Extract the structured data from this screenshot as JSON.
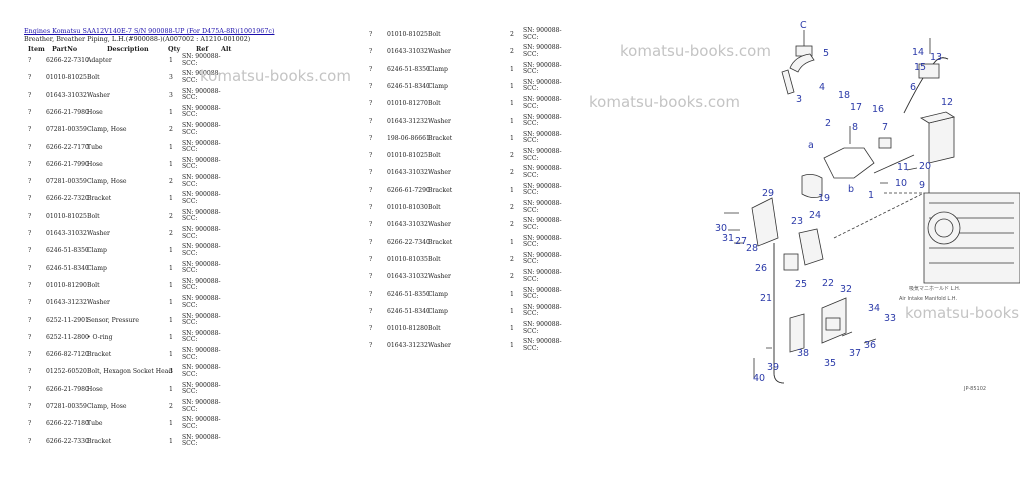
{
  "header": {
    "link": "Engines Komatsu SAA12V140E-7 S/N 900088-UP (For D475A-8R)(1001967c)",
    "subtitle": "Breather, Breather Piping, L.H.(#900088-)(A007002 : A1210-001002)"
  },
  "columns": {
    "item": "Item",
    "partno": "PartNo",
    "description": "Description",
    "qty": "Qty",
    "ref": "Ref",
    "alt": "Alt"
  },
  "sn_label": "SN: 900088-\nSCC:",
  "parts_left": [
    {
      "item": "?",
      "pn": "6266-22-7310",
      "desc": "Adapter",
      "qty": "1"
    },
    {
      "item": "?",
      "pn": "01010-81025",
      "desc": "Bolt",
      "qty": "3"
    },
    {
      "item": "?",
      "pn": "01643-31032",
      "desc": "Washer",
      "qty": "3"
    },
    {
      "item": "?",
      "pn": "6266-21-7980",
      "desc": "Hose",
      "qty": "1"
    },
    {
      "item": "?",
      "pn": "07281-00359",
      "desc": "Clamp, Hose",
      "qty": "2"
    },
    {
      "item": "?",
      "pn": "6266-22-7170",
      "desc": "Tube",
      "qty": "1"
    },
    {
      "item": "?",
      "pn": "6266-21-7990",
      "desc": "Hose",
      "qty": "1"
    },
    {
      "item": "?",
      "pn": "07281-00359",
      "desc": "Clamp, Hose",
      "qty": "2"
    },
    {
      "item": "?",
      "pn": "6266-22-7320",
      "desc": "Bracket",
      "qty": "1"
    },
    {
      "item": "?",
      "pn": "01010-81025",
      "desc": "Bolt",
      "qty": "2"
    },
    {
      "item": "?",
      "pn": "01643-31032",
      "desc": "Washer",
      "qty": "2"
    },
    {
      "item": "?",
      "pn": "6246-51-8350",
      "desc": "Clamp",
      "qty": "1"
    },
    {
      "item": "?",
      "pn": "6246-51-8340",
      "desc": "Clamp",
      "qty": "1"
    },
    {
      "item": "?",
      "pn": "01010-81290",
      "desc": "Bolt",
      "qty": "1"
    },
    {
      "item": "?",
      "pn": "01643-31232",
      "desc": "Washer",
      "qty": "1"
    },
    {
      "item": "?",
      "pn": "6252-11-2901",
      "desc": "Sensor, Pressure",
      "qty": "1"
    },
    {
      "item": "?",
      "pn": "6252-11-2800",
      "desc": "• O-ring",
      "qty": "1"
    },
    {
      "item": "?",
      "pn": "6266-82-7120",
      "desc": "Bracket",
      "qty": "1"
    },
    {
      "item": "?",
      "pn": "01252-60520",
      "desc": "Bolt, Hexagon Socket Head",
      "qty": "3"
    },
    {
      "item": "?",
      "pn": "6266-21-7980",
      "desc": "Hose",
      "qty": "1"
    },
    {
      "item": "?",
      "pn": "07281-00359",
      "desc": "Clamp, Hose",
      "qty": "2"
    },
    {
      "item": "?",
      "pn": "6266-22-7180",
      "desc": "Tube",
      "qty": "1"
    },
    {
      "item": "?",
      "pn": "6266-22-7330",
      "desc": "Bracket",
      "qty": "1"
    }
  ],
  "parts_right": [
    {
      "item": "?",
      "pn": "01010-81025",
      "desc": "Bolt",
      "qty": "2"
    },
    {
      "item": "?",
      "pn": "01643-31032",
      "desc": "Washer",
      "qty": "2"
    },
    {
      "item": "?",
      "pn": "6246-51-8350",
      "desc": "Clamp",
      "qty": "1"
    },
    {
      "item": "?",
      "pn": "6246-51-8340",
      "desc": "Clamp",
      "qty": "1"
    },
    {
      "item": "?",
      "pn": "01010-81270",
      "desc": "Bolt",
      "qty": "1"
    },
    {
      "item": "?",
      "pn": "01643-31232",
      "desc": "Washer",
      "qty": "1"
    },
    {
      "item": "?",
      "pn": "198-06-86661",
      "desc": "Bracket",
      "qty": "1"
    },
    {
      "item": "?",
      "pn": "01010-81025",
      "desc": "Bolt",
      "qty": "2"
    },
    {
      "item": "?",
      "pn": "01643-31032",
      "desc": "Washer",
      "qty": "2"
    },
    {
      "item": "?",
      "pn": "6266-61-7290",
      "desc": "Bracket",
      "qty": "1"
    },
    {
      "item": "?",
      "pn": "01010-81030",
      "desc": "Bolt",
      "qty": "2"
    },
    {
      "item": "?",
      "pn": "01643-31032",
      "desc": "Washer",
      "qty": "2"
    },
    {
      "item": "?",
      "pn": "6266-22-7340",
      "desc": "Bracket",
      "qty": "1"
    },
    {
      "item": "?",
      "pn": "01010-81035",
      "desc": "Bolt",
      "qty": "2"
    },
    {
      "item": "?",
      "pn": "01643-31032",
      "desc": "Washer",
      "qty": "2"
    },
    {
      "item": "?",
      "pn": "6246-51-8350",
      "desc": "Clamp",
      "qty": "1"
    },
    {
      "item": "?",
      "pn": "6246-51-8340",
      "desc": "Clamp",
      "qty": "1"
    },
    {
      "item": "?",
      "pn": "01010-81280",
      "desc": "Bolt",
      "qty": "1"
    },
    {
      "item": "?",
      "pn": "01643-31232",
      "desc": "Washer",
      "qty": "1"
    }
  ],
  "watermark": "komatsu-books.com",
  "watermark_partial": "komatsu-books",
  "diagram": {
    "manifold_label_jp": "吸気マニホールド L.H.",
    "manifold_label_en": "Air Intake Manifold L.H.",
    "fig_code": "JP-85102",
    "callouts": [
      "C",
      "5",
      "4",
      "3",
      "14",
      "13",
      "15",
      "6",
      "12",
      "1",
      "18",
      "17",
      "16",
      "2",
      "8",
      "7",
      "11",
      "10",
      "9",
      "20",
      "a",
      "b",
      "19",
      "29",
      "30",
      "31",
      "27",
      "23",
      "24",
      "28",
      "26",
      "25",
      "22",
      "21",
      "32",
      "34",
      "33",
      "38",
      "35",
      "36",
      "37",
      "39",
      "40"
    ],
    "colors": {
      "callout": "#2b3aa8",
      "line": "#333333"
    }
  }
}
